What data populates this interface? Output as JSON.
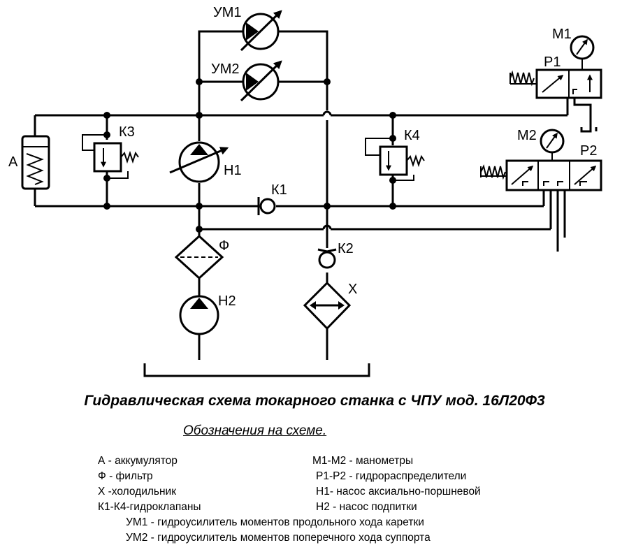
{
  "labels": {
    "UM1": "УМ1",
    "UM2": "УМ2",
    "A": "А",
    "K3": "К3",
    "K4": "К4",
    "H1": "Н1",
    "K1": "К1",
    "F": "Ф",
    "K2": "К2",
    "H2": "Н2",
    "X": "Х",
    "M1": "М1",
    "P1": "Р1",
    "M2": "М2",
    "P2": "Р2"
  },
  "caption": "Гидравлическая схема токарного станка с ЧПУ мод. 16Л20Ф3",
  "legend": {
    "title": "Обозначения на схеме.",
    "items": [
      "А - аккумулятор",
      "Ф - фильтр",
      "Х -холодильник",
      "К1-К4-гидроклапаны",
      "М1-М2 - манометры",
      "Р1-Р2 - гидрораспределители",
      "Н1- насос аксиально-поршневой",
      "Н2 - насос подпитки",
      "УМ1 - гидроусилитель моментов продольного хода каретки",
      "УМ2 - гидроусилитель моментов поперечного хода суппорта"
    ]
  }
}
